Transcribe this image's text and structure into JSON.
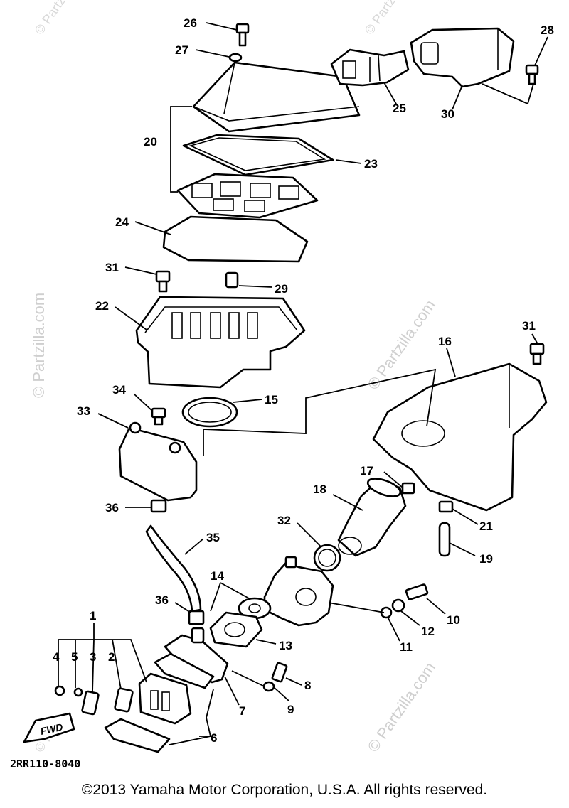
{
  "diagram": {
    "callouts": [
      {
        "id": "26",
        "label": "26"
      },
      {
        "id": "27",
        "label": "27"
      },
      {
        "id": "28",
        "label": "28"
      },
      {
        "id": "25",
        "label": "25"
      },
      {
        "id": "30",
        "label": "30"
      },
      {
        "id": "20",
        "label": "20"
      },
      {
        "id": "23",
        "label": "23"
      },
      {
        "id": "24",
        "label": "24"
      },
      {
        "id": "31a",
        "label": "31"
      },
      {
        "id": "29",
        "label": "29"
      },
      {
        "id": "22",
        "label": "22"
      },
      {
        "id": "31b",
        "label": "31"
      },
      {
        "id": "16",
        "label": "16"
      },
      {
        "id": "34",
        "label": "34"
      },
      {
        "id": "15",
        "label": "15"
      },
      {
        "id": "33",
        "label": "33"
      },
      {
        "id": "17",
        "label": "17"
      },
      {
        "id": "18",
        "label": "18"
      },
      {
        "id": "36a",
        "label": "36"
      },
      {
        "id": "32",
        "label": "32"
      },
      {
        "id": "21",
        "label": "21"
      },
      {
        "id": "35",
        "label": "35"
      },
      {
        "id": "19",
        "label": "19"
      },
      {
        "id": "14",
        "label": "14"
      },
      {
        "id": "36b",
        "label": "36"
      },
      {
        "id": "10",
        "label": "10"
      },
      {
        "id": "12",
        "label": "12"
      },
      {
        "id": "1",
        "label": "1"
      },
      {
        "id": "13",
        "label": "13"
      },
      {
        "id": "11",
        "label": "11"
      },
      {
        "id": "4",
        "label": "4"
      },
      {
        "id": "5",
        "label": "5"
      },
      {
        "id": "3",
        "label": "3"
      },
      {
        "id": "2",
        "label": "2"
      },
      {
        "id": "8",
        "label": "8"
      },
      {
        "id": "7",
        "label": "7"
      },
      {
        "id": "9",
        "label": "9"
      },
      {
        "id": "6",
        "label": "6"
      }
    ],
    "drawing_code": "2RR110-8040",
    "fwd_label": "FWD",
    "watermark": "© Partzilla.com",
    "watermark_short": "© Partz"
  },
  "footer": {
    "copyright": "©2013  Yamaha Motor Corporation, U.S.A. All rights reserved."
  }
}
